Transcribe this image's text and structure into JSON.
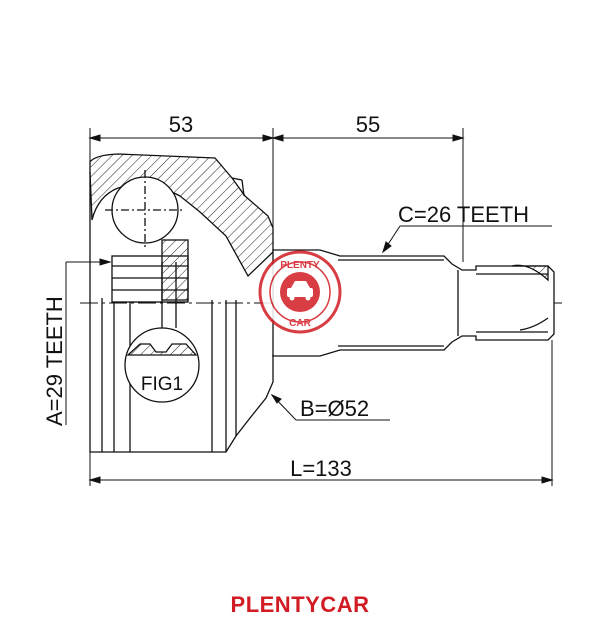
{
  "dimensions": {
    "outer_length": "53",
    "shaft_length": "55",
    "spline_c": "C=26 TEETH",
    "spline_a": "A=29 TEETH",
    "diameter_b": "B=Ø52",
    "total_length": "L=133"
  },
  "figure_label": "FIG1",
  "watermark": {
    "top": "PLENTY",
    "bottom": "CAR"
  },
  "brand": {
    "name": "PLENTYCAR",
    "color": "#d21c24"
  }
}
